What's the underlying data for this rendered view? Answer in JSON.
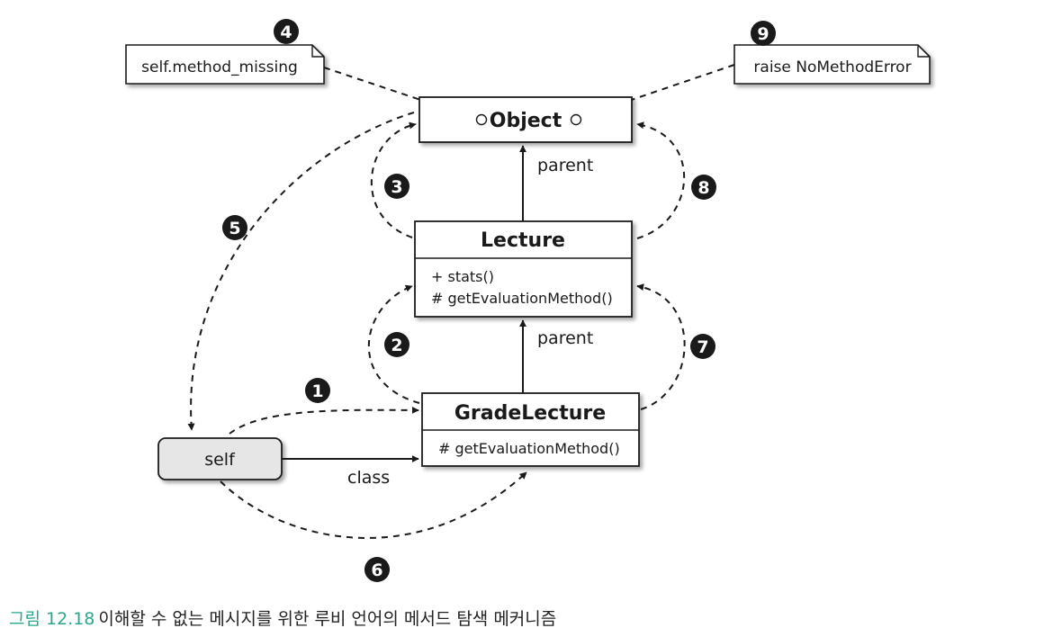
{
  "diagram": {
    "nodes": {
      "object": {
        "title": "Object"
      },
      "lecture": {
        "title": "Lecture",
        "members": [
          "+ stats()",
          "# getEvaluationMethod()"
        ]
      },
      "grade_lecture": {
        "title": "GradeLecture",
        "members": [
          "# getEvaluationMethod()"
        ]
      },
      "self": {
        "label": "self"
      }
    },
    "notes": {
      "method_missing": "self.method_missing",
      "raise_error": "raise NoMethodError"
    },
    "edge_labels": {
      "lecture_parent": "parent",
      "grade_lecture_parent": "parent",
      "self_class": "class"
    },
    "steps": [
      "1",
      "2",
      "3",
      "4",
      "5",
      "6",
      "7",
      "8",
      "9"
    ]
  },
  "caption": {
    "number": "그림 12.18",
    "text": "이해할 수 없는 메시지를 위한 루비 언어의 메서드 탐색 메커니즘"
  },
  "colors": {
    "line": "#1a1a1a",
    "self_fill": "#e6e6e6",
    "caption_accent": "#2aa88f"
  }
}
